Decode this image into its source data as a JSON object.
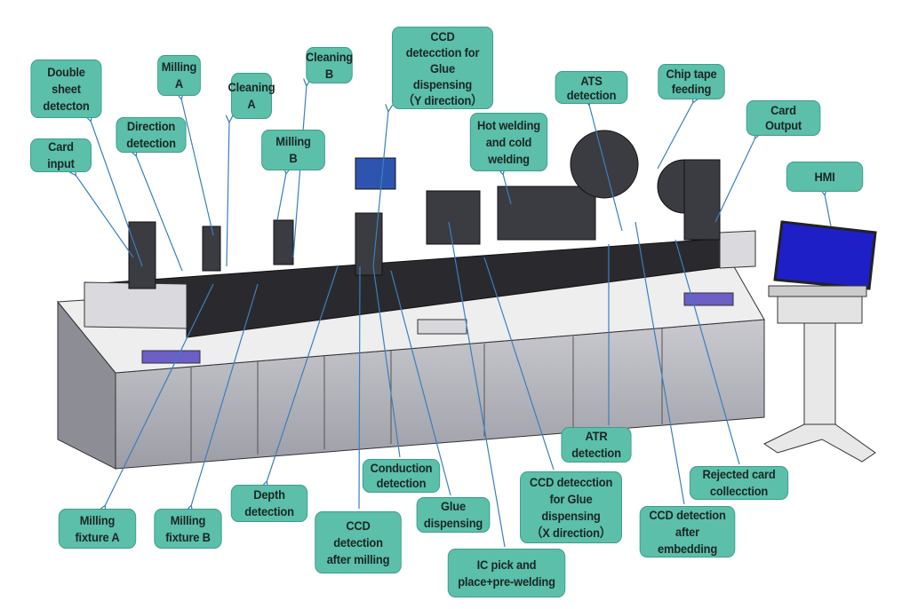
{
  "title": "Card embedding machine process layout",
  "colors": {
    "label_fill": "#5bbfa9",
    "label_border": "#3f9d89",
    "leader_line": "#3a7fc0",
    "hmi_screen": "#1f1fc8"
  },
  "labels": {
    "double_sheet": "Double\nsheet\ndetecton",
    "milling_a": "Milling\nA",
    "cleaning_a": "Cleaning\nA",
    "cleaning_b": "Cleaning\nB",
    "ccd_y": "CCD\ndetecction for\nGlue\ndispensing\n（Y direction）",
    "hot_cold_welding": "Hot welding\nand cold\nwelding",
    "ats": "ATS\ndetection",
    "chip_tape": "Chip tape\nfeeding",
    "card_output": "Card\nOutput",
    "hmi": "HMI",
    "direction": "Direction\ndetection",
    "card_input": "Card\ninput",
    "milling_b": "Milling\nB",
    "fixture_a": "Milling\nfixture A",
    "fixture_b": "Milling\nfixture B",
    "depth": "Depth\ndetection",
    "ccd_milling": "CCD\ndetection\nafter milling",
    "conduction": "Conduction\ndetection",
    "glue": "Glue\ndispensing",
    "ic_pick": "IC pick and\nplace+pre-welding",
    "ccd_x": "CCD detecction\nfor Glue\ndispensing\n（X direction）",
    "atr": "ATR\ndetection",
    "ccd_embedding": "CCD detection\nafter\nembedding",
    "rejected": "Rejected card\ncollecction"
  }
}
